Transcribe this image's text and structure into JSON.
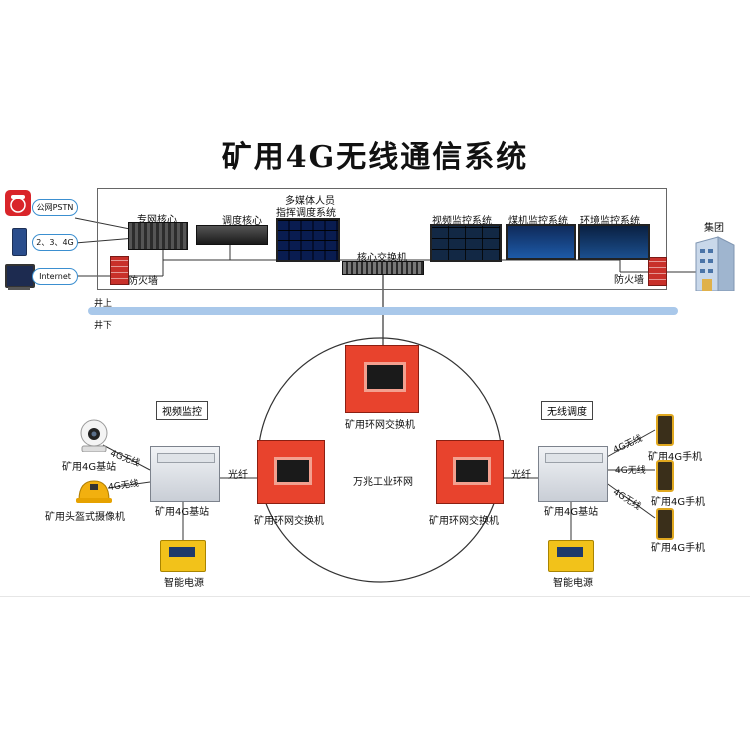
{
  "title": "矿用4G无线通信系统",
  "top_left": {
    "pstn": "公网PSTN",
    "mobile": "2、3、4G",
    "internet": "Internet"
  },
  "top_devices": {
    "core": "专网核心",
    "dispatch_core": "调度核心",
    "multimedia_line1": "多媒体人员",
    "multimedia_line2": "指挥调度系统",
    "core_switch": "核心交换机",
    "video_system": "视频监控系统",
    "coal_system": "煤机监控系统",
    "env_system": "环境监控系统",
    "firewall_left": "防火墙",
    "firewall_right": "防火墙",
    "group": "集团"
  },
  "ground": {
    "above": "井上",
    "below": "井下"
  },
  "ring": {
    "top_switch": "矿用环网交换机",
    "left_switch": "矿用环网交换机",
    "right_switch": "矿用环网交换机",
    "center": "万兆工业环网"
  },
  "left_zone": {
    "box": "视频监控",
    "camera": "矿用4G基站",
    "helmet": "矿用头盔式摄像机",
    "link1": "4G无线",
    "link2": "4G无线",
    "fiber": "光纤",
    "base_station": "矿用4G基站",
    "power": "智能电源"
  },
  "right_zone": {
    "box": "无线调度",
    "fiber": "光纤",
    "link1": "4G无线",
    "link2": "4G无线",
    "link3": "4G无线",
    "phone1": "矿用4G手机",
    "phone2": "矿用4G手机",
    "phone3": "矿用4G手机",
    "base_station": "矿用4G基站",
    "power": "智能电源"
  },
  "colors": {
    "pipe": "#a9c8ea",
    "cabinet": "#e8432d",
    "cloud_border": "#3b8fd0",
    "power": "#f2c21a"
  }
}
